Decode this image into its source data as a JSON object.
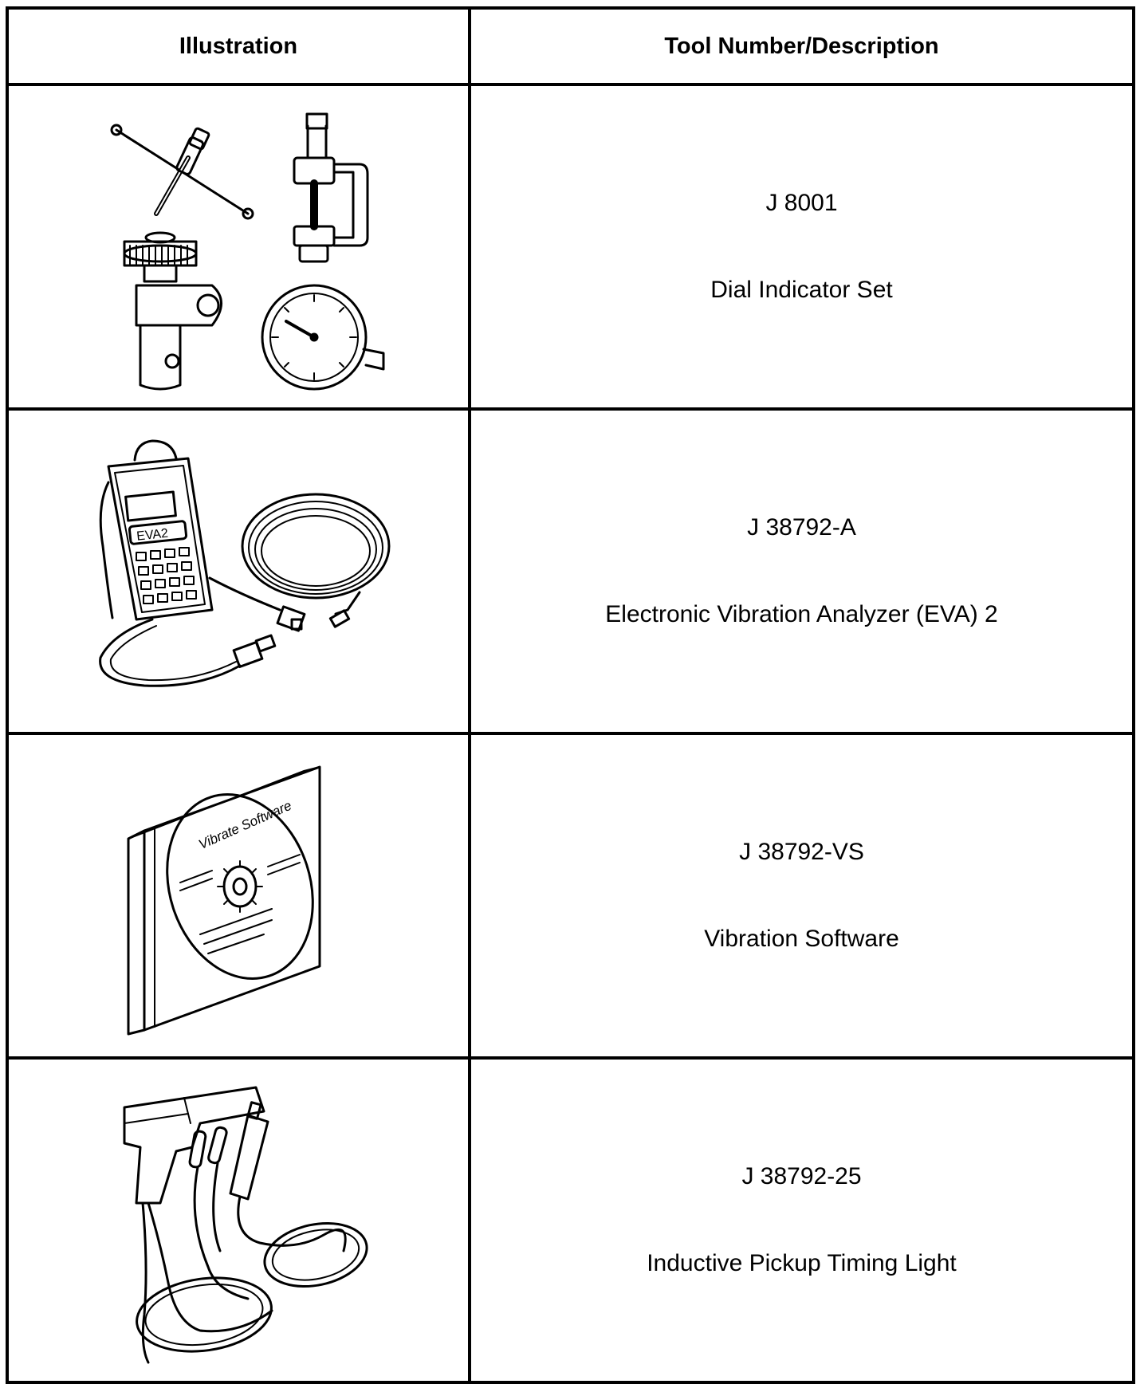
{
  "table": {
    "headers": {
      "illustration": "Illustration",
      "description": "Tool Number/Description"
    },
    "rows": [
      {
        "tool_number": "J 8001",
        "description": "Dial Indicator Set",
        "icon": "dial-indicator-set-icon"
      },
      {
        "tool_number": "J 38792-A",
        "description": "Electronic Vibration Analyzer (EVA) 2",
        "icon": "vibration-analyzer-icon",
        "device_label": "EVA2"
      },
      {
        "tool_number": "J 38792-VS",
        "description": "Vibration Software",
        "icon": "software-cd-icon",
        "disc_label": "Vibrate Software"
      },
      {
        "tool_number": "J 38792-25",
        "description": "Inductive Pickup Timing Light",
        "icon": "timing-light-icon"
      }
    ]
  }
}
